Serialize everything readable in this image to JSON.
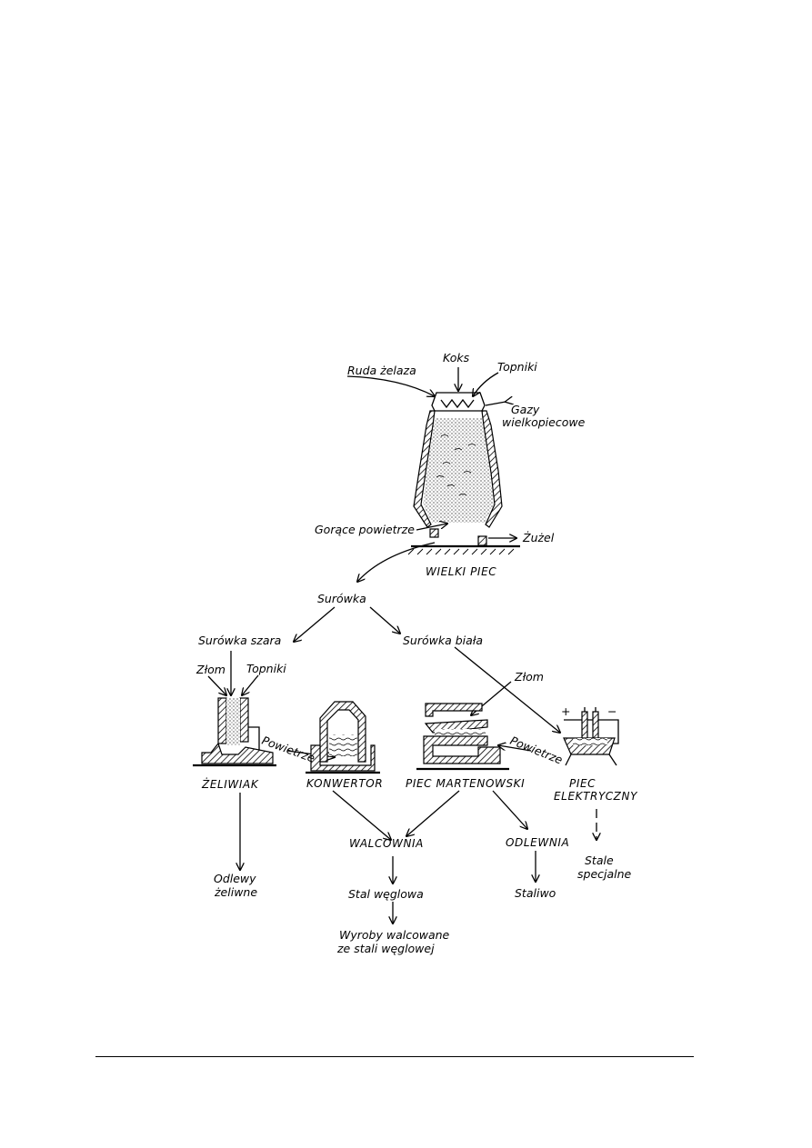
{
  "labels": {
    "koks": "Koks",
    "topniki_top": "Topniki",
    "ruda": "Ruda żelaza",
    "gazy_1": "Gazy",
    "gazy_2": "wielkopiecowe",
    "gorace": "Gorące powietrze",
    "zuzel": "Żużel",
    "wielki_piec": "WIELKI  PIEC",
    "surowka": "Surówka",
    "surowka_szara": "Surówka szara",
    "surowka_biala": "Surówka biała",
    "zlom_left": "Złom",
    "topniki_left": "Topniki",
    "zlom_right": "Złom",
    "powietrze_1": "Powietrze",
    "powietrze_2": "Powietrze",
    "plus": "+",
    "minus": "−",
    "zeliwiak": "ŻELIWIAK",
    "konwertor": "KONWERTOR",
    "piec_martenowski": "PIEC  MARTENOWSKI",
    "piec_elektryczny_1": "PIEC",
    "piec_elektryczny_2": "ELEKTRYCZNY",
    "walcownia": "WALCOWNIA",
    "odlewnia": "ODLEWNIA",
    "odlewy_1": "Odlewy",
    "odlewy_2": "żeliwne",
    "stal_weglowa": "Stal węglowa",
    "staliwo": "Staliwo",
    "stale_1": "Stale",
    "stale_2": "specjalne",
    "wyroby_1": "Wyroby walcowane",
    "wyroby_2": "ze stali węglowej"
  }
}
